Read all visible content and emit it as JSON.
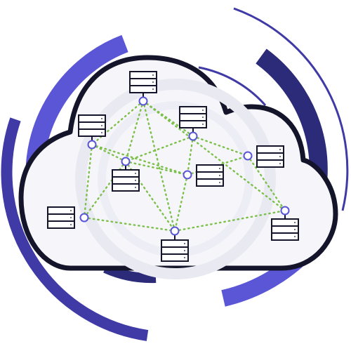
{
  "colors": {
    "background": "#ffffff",
    "cloud_fill": "#f6f6fa",
    "cloud_stroke": "#14142a",
    "arc_light": "#5a56d6",
    "arc_dark": "#2b2b7a",
    "arc_thin": "#3f3aa6",
    "inner_ring": "#e9e9f2",
    "link": "#7cc04a",
    "node_ring": "#5a56d6",
    "server_fill": "#ffffff",
    "server_stroke": "#14142a"
  },
  "icons": {
    "server": "server-icon",
    "connector": "connection-node-icon",
    "cloud": "cloud-icon"
  },
  "network": {
    "servers": [
      {
        "id": "s1"
      },
      {
        "id": "s2"
      },
      {
        "id": "s3"
      },
      {
        "id": "s4"
      },
      {
        "id": "s5"
      },
      {
        "id": "s6"
      },
      {
        "id": "s7"
      },
      {
        "id": "s8"
      },
      {
        "id": "s9"
      }
    ],
    "links": [
      [
        "s1",
        "s2"
      ],
      [
        "s1",
        "s4"
      ],
      [
        "s1",
        "s3"
      ],
      [
        "s1",
        "s8"
      ],
      [
        "s1",
        "s9"
      ],
      [
        "s2",
        "s4"
      ],
      [
        "s2",
        "s7"
      ],
      [
        "s2",
        "s5"
      ],
      [
        "s3",
        "s4"
      ],
      [
        "s3",
        "s6"
      ],
      [
        "s3",
        "s5"
      ],
      [
        "s4",
        "s5"
      ],
      [
        "s4",
        "s7"
      ],
      [
        "s4",
        "s8"
      ],
      [
        "s5",
        "s6"
      ],
      [
        "s5",
        "s8"
      ],
      [
        "s6",
        "s9"
      ],
      [
        "s7",
        "s8"
      ],
      [
        "s8",
        "s9"
      ]
    ]
  }
}
